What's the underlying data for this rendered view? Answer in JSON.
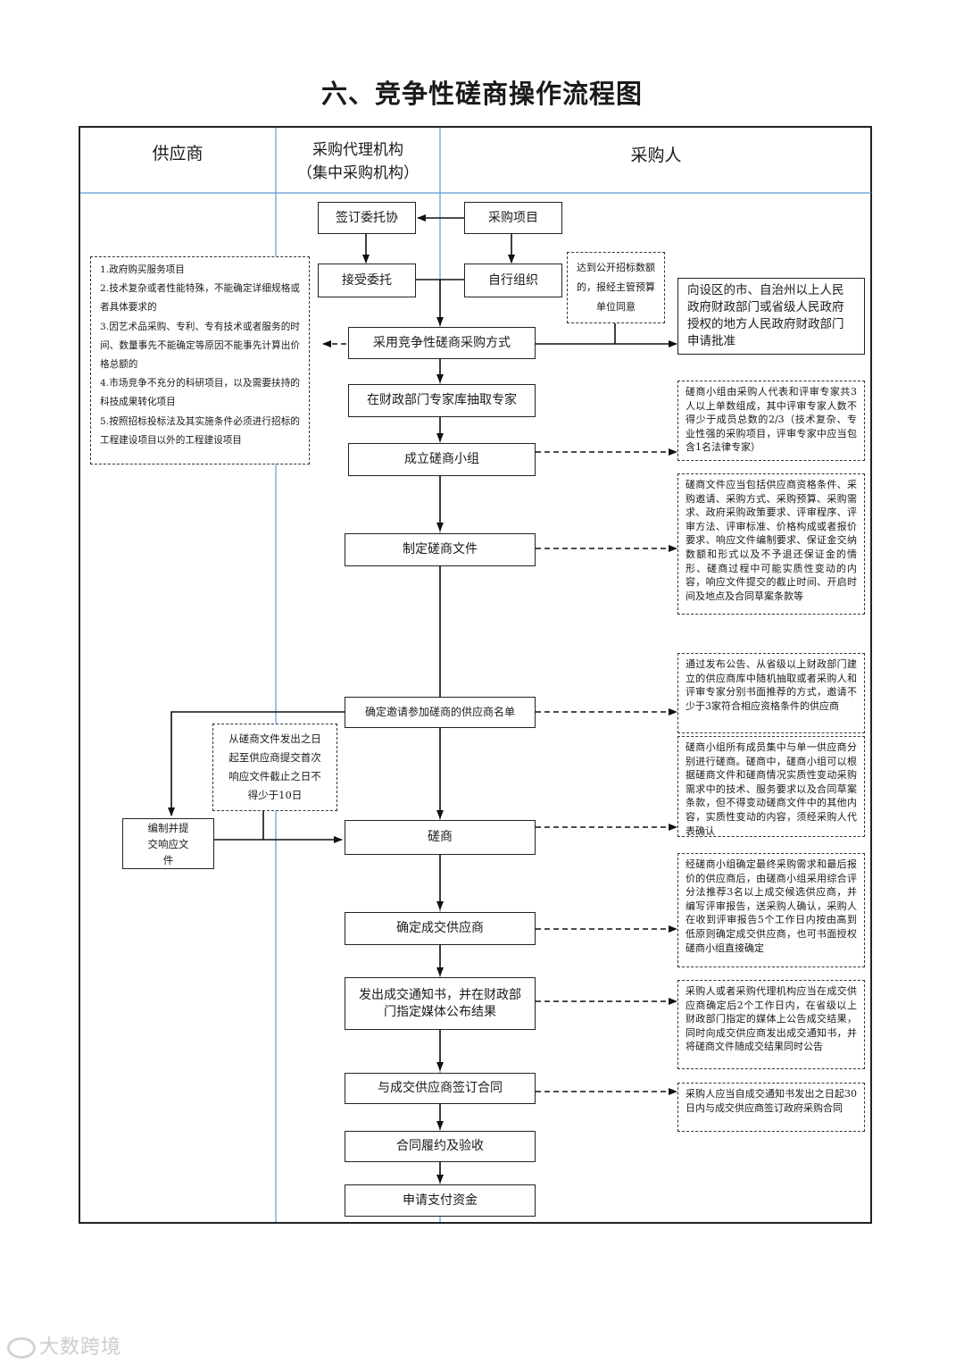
{
  "title": "六、竞争性磋商操作流程图",
  "lanes": {
    "supplier": "供应商",
    "agency_line1": "采购代理机构",
    "agency_line2": "（集中采购机构）",
    "purchaser": "采购人"
  },
  "boxes": {
    "sign_entrust": "签订委托协",
    "project": "采购项目",
    "accept_entrust": "接受委托",
    "self_org": "自行组织",
    "approval_request": "向设区的市、自治州以上人民政府财政部门或省级人民政府授权的地方人民政府财政部门申请批准",
    "adopt_method": "采用竞争性磋商采购方式",
    "draw_experts": "在财政部门专家库抽取专家",
    "form_group": "成立磋商小组",
    "make_docs": "制定磋商文件",
    "confirm_list": "确定邀请参加磋商的供应商名单",
    "submit_response": "编制并提交响应文件",
    "negotiate": "磋商",
    "confirm_supplier": "确定成交供应商",
    "issue_notice": "发出成交通知书，并在财政部门指定媒体公布结果",
    "sign_contract": "与成交供应商签订合同",
    "perform": "合同履约及验收",
    "apply_payment": "申请支付资金"
  },
  "notes": {
    "public_tender": "达到公开招标数额的，报经主管预算单位同意",
    "conditions": [
      "1.政府购买服务项目",
      "2.技术复杂或者性能特殊，不能确定详细规格或者具体要求的",
      "3.因艺术品采购、专利、专有技术或者服务的时间、数量事先不能确定等原因不能事先计算出价格总额的",
      "4.市场竞争不充分的科研项目，以及需要扶持的科技成果转化项目",
      "5.按照招标投标法及其实施条件必须进行招标的工程建设项目以外的工程建设项目"
    ],
    "group": "磋商小组由采购人代表和评审专家共3人以上单数组成，其中评审专家人数不得少于成员总数的2/3（技术复杂、专业性强的采购项目，评审专家中应当包含1名法律专家）",
    "docs": "磋商文件应当包括供应商资格条件、采购邀请、采购方式、采购预算、采购需求、政府采购政策要求、评审程序、评审方法、评审标准、价格构成或者报价要求、响应文件编制要求、保证金交纳数额和形式以及不予退还保证金的情形、磋商过程中可能实质性变动的内容，响应文件提交的截止时间、开启时间及地点及合同草案条款等",
    "list": "通过发布公告、从省级以上财政部门建立的供应商库中随机抽取或者采购人和评审专家分别书面推荐的方式，邀请不少于3家符合相应资格条件的供应商",
    "deadline": "从磋商文件发出之日起至供应商提交首次响应文件截止之日不得少于10日",
    "negotiate": "磋商小组所有成员集中与单一供应商分别进行磋商。磋商中，磋商小组可以根据磋商文件和磋商情况实质性变动采购需求中的技术、服务要求以及合同草案条款，但不得变动磋商文件中的其他内容，实质性变动的内容，须经采购人代表确认",
    "supplier_select": "经磋商小组确定最终采购需求和最后报价的供应商后，由磋商小组采用综合评分法推荐3名以上成交候选供应商，并编写评审报告，送采购人确认，采购人在收到评审报告5个工作日内按由高到低原则确定成交供应商，也可书面授权磋商小组直接确定",
    "notice": "采购人或者采购代理机构应当在成交供应商确定后2个工作日内，在省级以上财政部门指定的媒体上公告成交结果，同时向成交供应商发出成交通知书，并将磋商文件随成交结果同时公告",
    "contract": "采购人应当自成交通知书发出之日起30日内与成交供应商签订政府采购合同"
  },
  "watermark": "大数跨境",
  "colors": {
    "lane_line": "#5b9bd5",
    "border": "#222222"
  }
}
